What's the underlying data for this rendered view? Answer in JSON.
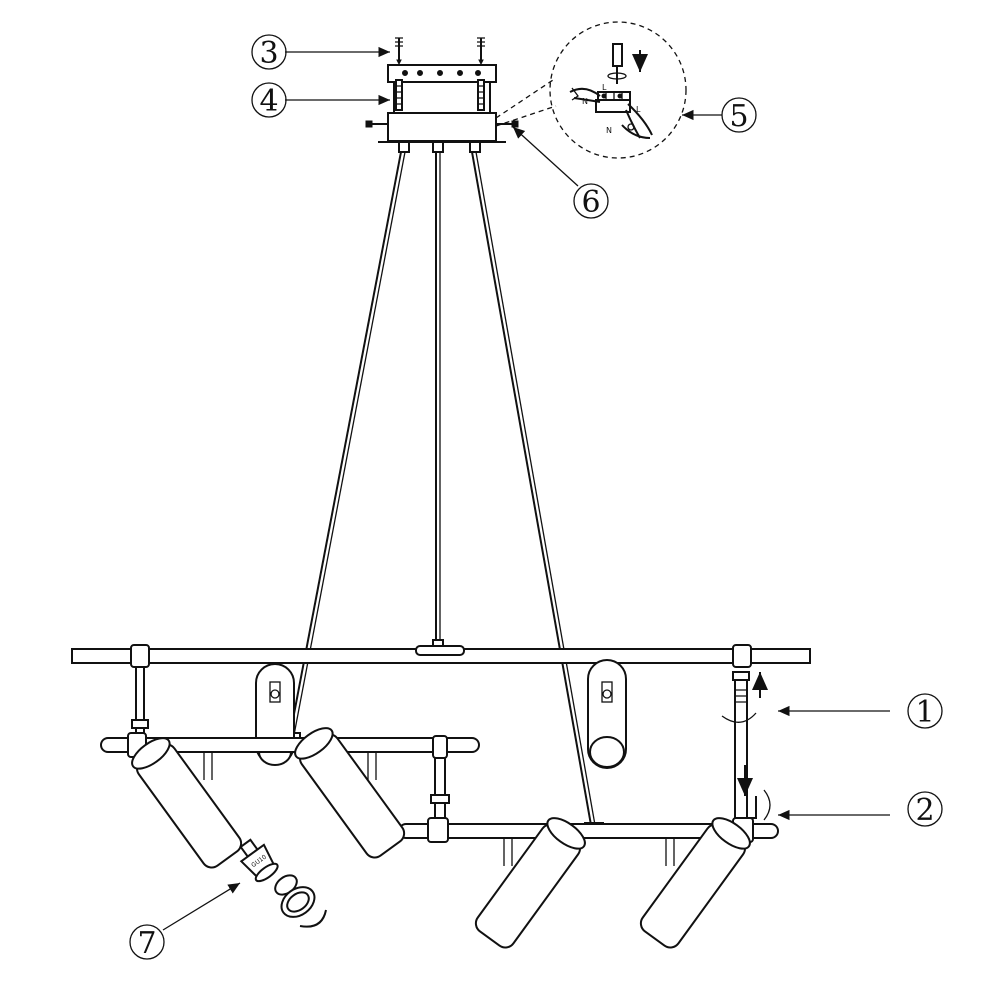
{
  "diagram": {
    "callouts": [
      {
        "id": "c1",
        "label": "1"
      },
      {
        "id": "c2",
        "label": "2"
      },
      {
        "id": "c3",
        "label": "3"
      },
      {
        "id": "c4",
        "label": "4"
      },
      {
        "id": "c5",
        "label": "5"
      },
      {
        "id": "c6",
        "label": "6"
      },
      {
        "id": "c7",
        "label": "7"
      }
    ],
    "wiring_detail": {
      "terminal_labels": [
        "N",
        "L",
        "L",
        "N"
      ]
    },
    "bulb_label": "GU10",
    "icons": [
      "screw-icon",
      "arrow-icon",
      "rotate-icon",
      "terminal-block-icon",
      "spotlight-icon",
      "bulb-icon",
      "retaining-ring-icon"
    ]
  }
}
